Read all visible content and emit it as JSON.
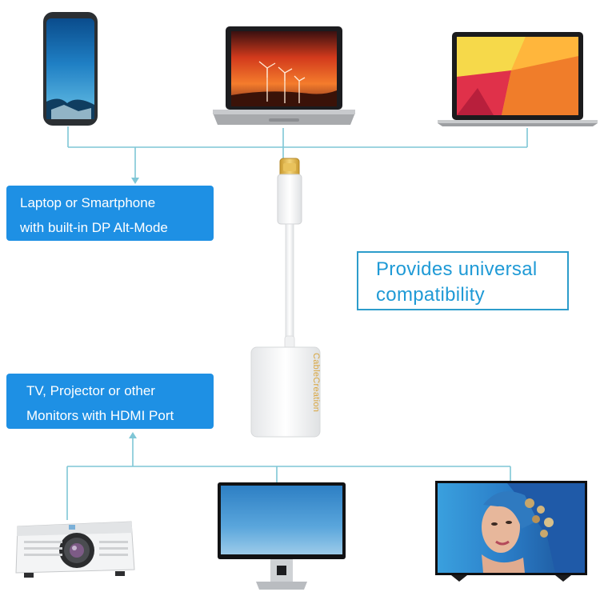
{
  "callouts": {
    "source_line1": "Laptop or Smartphone",
    "source_line2": "with built-in DP Alt-Mode",
    "display_line1": "TV, Projector or other",
    "display_line2": "Monitors with HDMI Port"
  },
  "highlight": {
    "line1": "Provides universal",
    "line2": "compatibility"
  },
  "adapter": {
    "brand": "CableCreation"
  },
  "colors": {
    "callout_bg": "#1e90e4",
    "connector_line": "#7fc6d6",
    "highlight_border": "#2d9ccb",
    "highlight_text": "#1f9ad6",
    "brand_text": "#d9a640"
  },
  "icons": [
    "smartphone-icon",
    "laptop-icon",
    "macbook-icon",
    "usb-c-adapter-icon",
    "projector-icon",
    "monitor-icon",
    "tv-icon"
  ]
}
